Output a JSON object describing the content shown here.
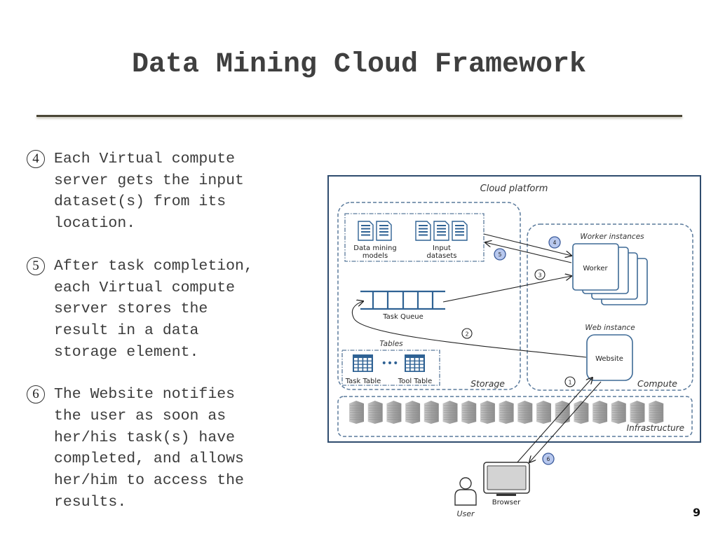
{
  "slide": {
    "title": "Data Mining Cloud Framework",
    "page_number": "9"
  },
  "bullets": [
    {
      "number": "4",
      "text": "Each Virtual compute\nserver gets the input\ndataset(s) from its\nlocation."
    },
    {
      "number": "5",
      "text": "After task completion,\neach Virtual compute\nserver stores the\nresult in a data\nstorage element."
    },
    {
      "number": "6",
      "text": "The Website notifies\nthe user as soon as\nher/his task(s) have\ncompleted, and allows\nher/him to access the\nresults."
    }
  ],
  "diagram": {
    "cloud_platform_label": "Cloud platform",
    "storage": {
      "label": "Storage",
      "data_mining_models_label": "Data mining\nmodels",
      "data_mining_models_line1": "Data mining",
      "data_mining_models_line2": "models",
      "input_datasets_line1": "Input",
      "input_datasets_line2": "datasets",
      "task_queue_label": "Task Queue",
      "tables_label": "Tables",
      "task_table_label": "Task Table",
      "tool_table_label": "Tool Table",
      "ellipsis": "•••"
    },
    "compute": {
      "label": "Compute",
      "worker_instances_label": "Worker instances",
      "worker_label": "Worker",
      "web_instance_label": "Web instance",
      "website_label": "Website"
    },
    "infrastructure": {
      "label": "Infrastructure",
      "server_count": 17
    },
    "client": {
      "browser_label": "Browser",
      "user_label": "User"
    },
    "steps": [
      {
        "id": "1",
        "highlighted": false
      },
      {
        "id": "2",
        "highlighted": false
      },
      {
        "id": "3",
        "highlighted": false
      },
      {
        "id": "4",
        "highlighted": true
      },
      {
        "id": "5",
        "highlighted": true
      },
      {
        "id": "6",
        "highlighted": true
      }
    ],
    "colors": {
      "frame": "#2f4c6e",
      "dashed": "#5a7a9c",
      "icon_blue": "#2f6294",
      "highlight_fill": "#b8c8ee",
      "highlight_stroke": "#3a5a9a",
      "server_gray": "#a8a8a8"
    }
  }
}
